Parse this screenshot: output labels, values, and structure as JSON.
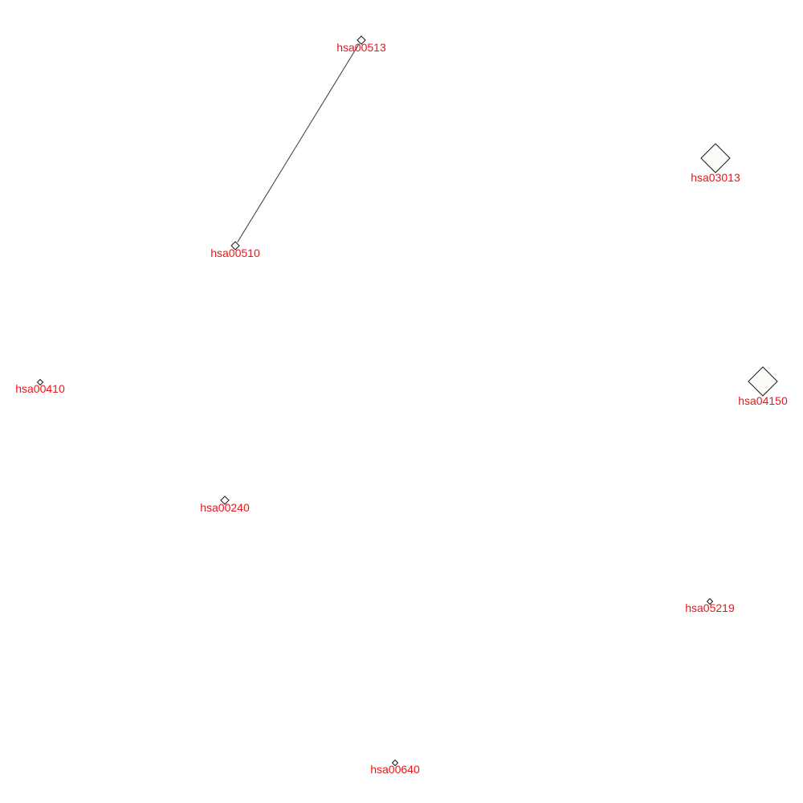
{
  "diagram": {
    "type": "network",
    "label_color": "#e8161b",
    "node_shape": "diamond",
    "nodes": [
      {
        "id": "hsa00513",
        "label": "hsa00513",
        "size": "small"
      },
      {
        "id": "hsa03013",
        "label": "hsa03013",
        "size": "large"
      },
      {
        "id": "hsa00510",
        "label": "hsa00510",
        "size": "small"
      },
      {
        "id": "hsa00410",
        "label": "hsa00410",
        "size": "tiny"
      },
      {
        "id": "hsa04150",
        "label": "hsa04150",
        "size": "large"
      },
      {
        "id": "hsa00240",
        "label": "hsa00240",
        "size": "small"
      },
      {
        "id": "hsa05219",
        "label": "hsa05219",
        "size": "tiny"
      },
      {
        "id": "hsa00640",
        "label": "hsa00640",
        "size": "tiny"
      }
    ],
    "edges": [
      {
        "source": "hsa00513",
        "target": "hsa00510"
      }
    ]
  }
}
